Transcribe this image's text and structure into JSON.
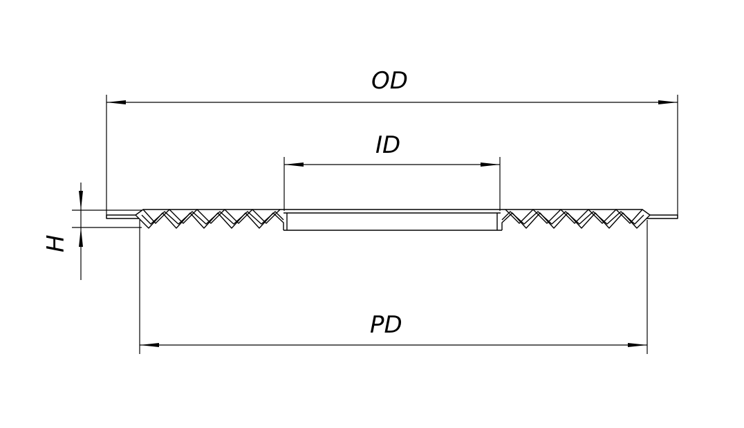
{
  "labels": {
    "od": "OD",
    "id": "ID",
    "pd": "PD",
    "h": "H"
  },
  "colors": {
    "line": "#000000",
    "background": "#ffffff"
  }
}
